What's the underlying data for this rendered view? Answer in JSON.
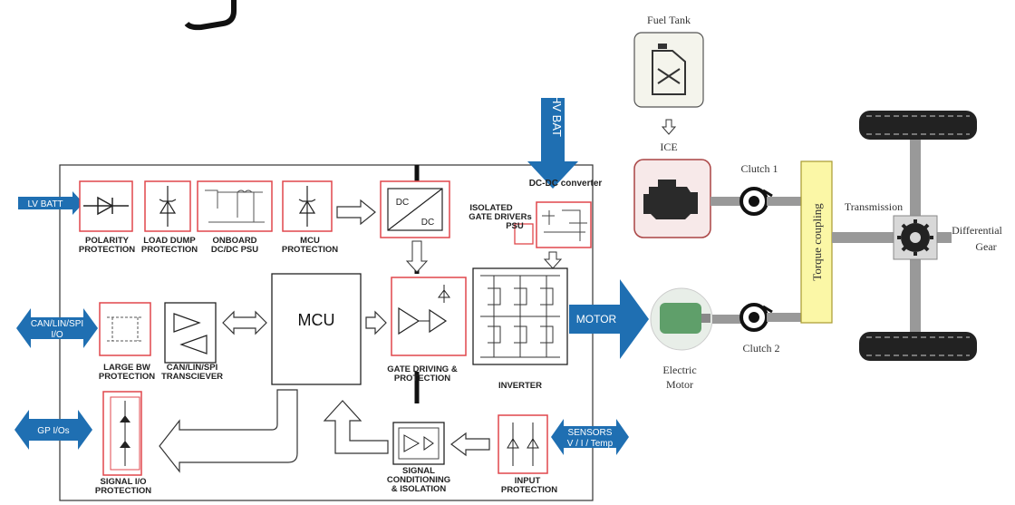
{
  "ecu": {
    "hv_bat": "HV BAT",
    "dcdc_title": "DC-DC converter",
    "dc_top": "DC",
    "dc_bottom": "DC",
    "mcu": "MCU",
    "motor": "MOTOR",
    "ports": {
      "lv_batt": "LV BATT",
      "can_io": [
        "CAN/LIN/SPI",
        "I/O"
      ],
      "gp_io": "GP I/Os",
      "sensors": [
        "SENSORS",
        "V / I / Temp"
      ]
    },
    "blocks": {
      "polarity": [
        "POLARITY",
        "PROTECTION"
      ],
      "load_dump": [
        "LOAD  DUMP",
        "PROTECTION"
      ],
      "onboard": [
        "ONBOARD",
        "DC/DC PSU"
      ],
      "mcu_prot": [
        "MCU",
        "PROTECTION"
      ],
      "iso_gate": [
        "ISOLATED",
        "GATE  DRIVERs",
        "PSU"
      ],
      "large_bw": [
        "LARGE  BW",
        "PROTECTION"
      ],
      "transceiver": [
        "CAN/LIN/SPI",
        "TRANSCIEVER"
      ],
      "gate_driving": [
        "GATE  DRIVING &",
        "PROTECTION"
      ],
      "inverter": "INVERTER",
      "signal_io": [
        "SIGNAL  I/O",
        "PROTECTION"
      ],
      "signal_cond": [
        "SIGNAL",
        "CONDITIONING",
        "& ISOLATION"
      ],
      "input_prot": [
        "INPUT",
        "PROTECTION"
      ]
    }
  },
  "powertrain": {
    "fuel_tank": "Fuel Tank",
    "ice": "ICE",
    "clutch1": "Clutch 1",
    "clutch2": "Clutch 2",
    "torque": "Torque coupling",
    "transmission": "Transmission",
    "differential": [
      "Differential",
      "Gear"
    ],
    "electric_motor": [
      "Electric",
      "Motor"
    ]
  },
  "colors": {
    "block_border": "#e0474c",
    "arrow_blue": "#1f6fb2",
    "torque_fill": "#fbf7a6",
    "engine_fill": "#f7e9e9"
  }
}
